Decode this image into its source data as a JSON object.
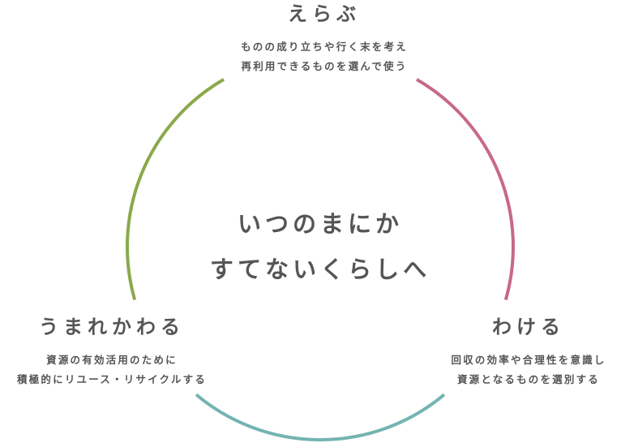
{
  "center_text": {
    "line1": "いつのまにか",
    "line2": "すてないくらしへ"
  },
  "sections": [
    {
      "title": "えらぶ",
      "desc1": "ものの成り立ちや行く末を考え",
      "desc2": "再利用できるものを選んで使う",
      "color": "#c8688b"
    },
    {
      "title": "わける",
      "desc1": "回収の効率や合理性を意識し",
      "desc2": "資源となるものを選別する",
      "color": "#74b4b1"
    },
    {
      "title": "うまれかわる",
      "desc1": "資源の有効活用のために",
      "desc2": "積極的にリユース・リサイクルする",
      "color": "#8aa94b"
    }
  ]
}
